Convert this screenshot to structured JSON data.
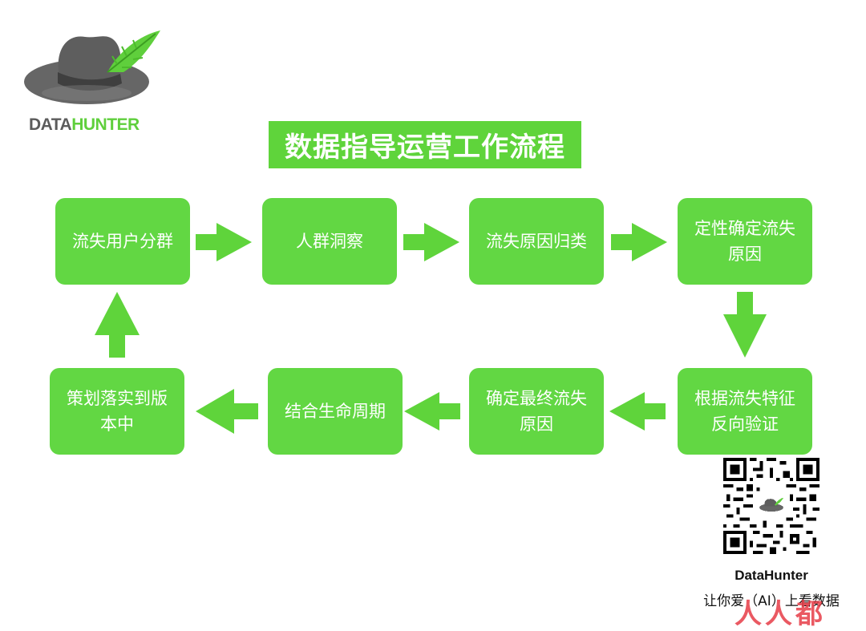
{
  "brand": {
    "logo_dark": "DATA",
    "logo_green": "HUNTER"
  },
  "title": "数据指导运营工作流程",
  "nodes": [
    {
      "id": "n1",
      "lines": [
        "流失用户分群"
      ]
    },
    {
      "id": "n2",
      "lines": [
        "人群洞察"
      ]
    },
    {
      "id": "n3",
      "lines": [
        "流失原因归类"
      ]
    },
    {
      "id": "n4",
      "lines": [
        "定性确定流失",
        "原因"
      ]
    },
    {
      "id": "n5",
      "lines": [
        "根据流失特征",
        "反向验证"
      ]
    },
    {
      "id": "n6",
      "lines": [
        "确定最终流失",
        "原因"
      ]
    },
    {
      "id": "n7",
      "lines": [
        "结合生命周期"
      ]
    },
    {
      "id": "n8",
      "lines": [
        "策划落实到版",
        "本中"
      ]
    }
  ],
  "qr": {
    "caption_name": "DataHunter",
    "caption_slogan": "让你爱（AI）上看数据"
  },
  "watermark": "人人都",
  "colors": {
    "green": "#62d743",
    "title_green": "#5fd43b",
    "arrow_green": "#5fd43b",
    "logo_gray": "#6b6b6b"
  }
}
